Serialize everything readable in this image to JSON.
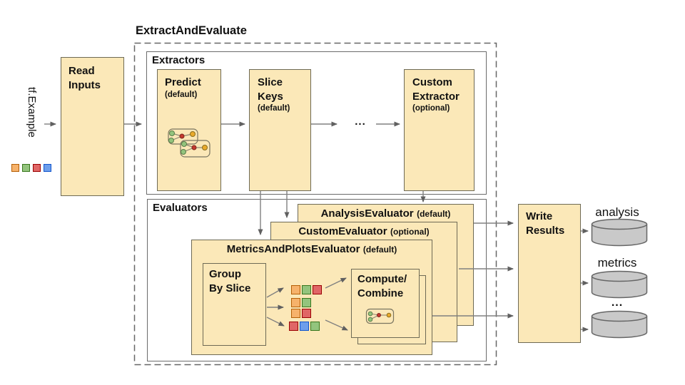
{
  "palette": {
    "orange": {
      "fill": "#f6b26b",
      "border": "#b45f06"
    },
    "green": {
      "fill": "#93c47d",
      "border": "#38761d"
    },
    "red": {
      "fill": "#e06666",
      "border": "#990000"
    },
    "blue": {
      "fill": "#6d9eeb",
      "border": "#1155cc"
    }
  },
  "colors": {
    "box_fill": "#fbe8b8",
    "box_border": "#6e6a55",
    "container_border": "#6b6b6b",
    "arrow": "#808080",
    "db_fill": "#c9c9c9",
    "db_border": "#666666"
  },
  "diagram": {
    "title": "ExtractAndEvaluate",
    "input_label": "tf.Example",
    "input_legend": [
      "orange",
      "green",
      "red",
      "blue"
    ],
    "read_inputs": {
      "line1": "Read",
      "line2": "Inputs"
    },
    "extractors": {
      "label": "Extractors",
      "predict": {
        "title": "Predict",
        "subtitle": "(default)"
      },
      "slice_keys": {
        "line1": "Slice",
        "line2": "Keys",
        "subtitle": "(default)"
      },
      "ellipsis": "...",
      "custom_extractor": {
        "line1": "Custom",
        "line2": "Extractor",
        "subtitle": "(optional)"
      }
    },
    "evaluators": {
      "label": "Evaluators",
      "analysis_evaluator": {
        "title": "AnalysisEvaluator",
        "subtitle": "(default)"
      },
      "custom_evaluator": {
        "title": "CustomEvaluator",
        "subtitle": "(optional)"
      },
      "metrics_evaluator": {
        "title": "MetricsAndPlotsEvaluator",
        "subtitle": "(default)"
      },
      "group_by_slice": {
        "line1": "Group",
        "line2": "By Slice"
      },
      "slice_grid": [
        [
          "orange",
          "green",
          "red"
        ],
        [
          "orange",
          "green"
        ],
        [
          "orange",
          "red"
        ],
        [
          "red",
          "blue",
          "green"
        ]
      ],
      "compute_combine": {
        "line1": "Compute/",
        "line2": "Combine"
      }
    },
    "write_results": {
      "line1": "Write",
      "line2": "Results"
    },
    "outputs": [
      {
        "label": "analysis"
      },
      {
        "label": "metrics"
      },
      {
        "label": "..."
      }
    ],
    "icons": {
      "predict": "model-graph-icon",
      "compute_combine": "model-graph-icon",
      "outputs": "database-icon"
    }
  }
}
